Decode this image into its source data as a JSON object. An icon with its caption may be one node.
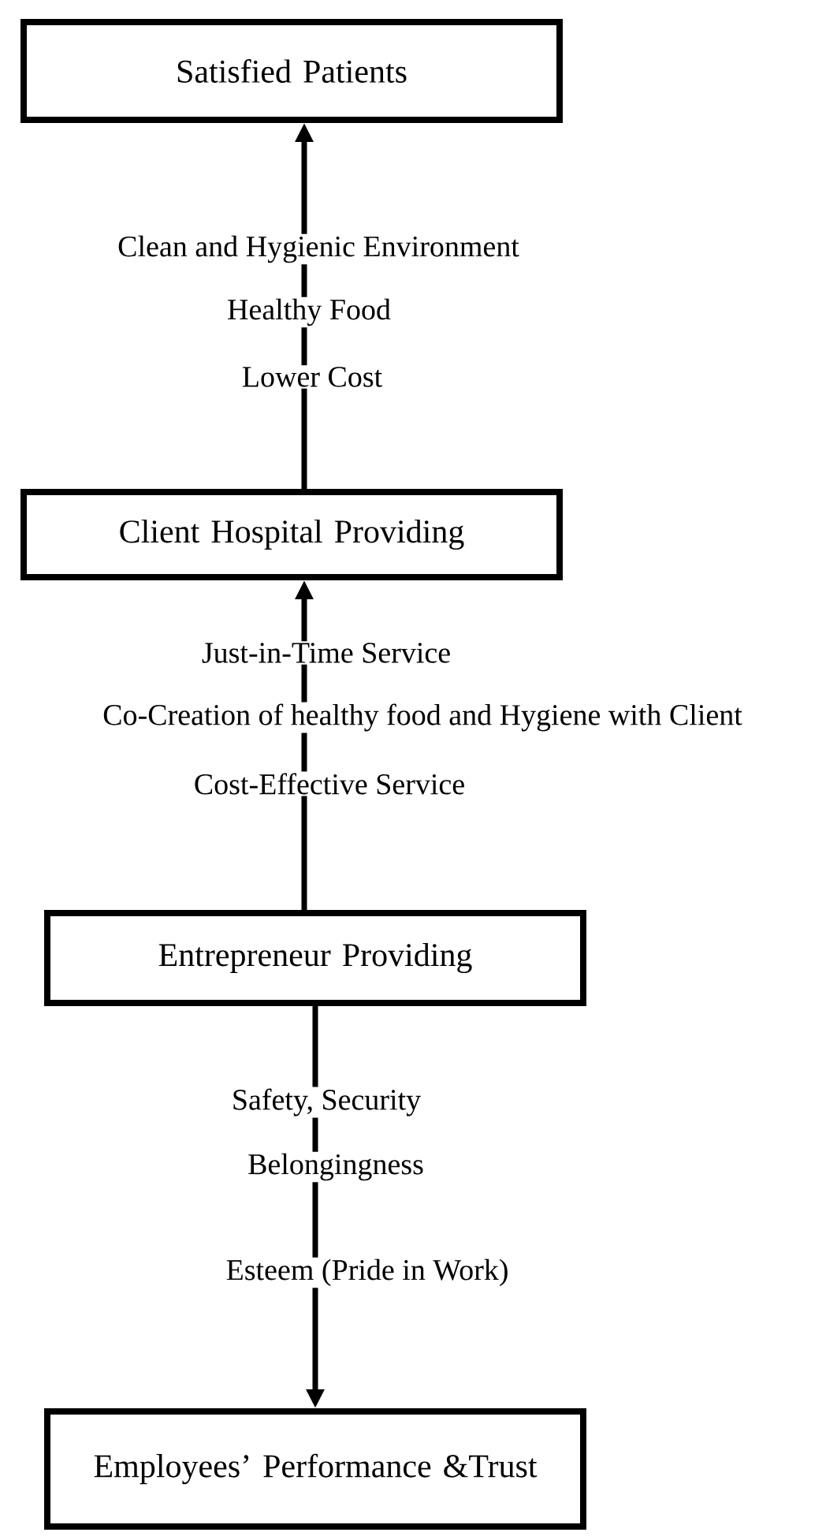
{
  "diagram": {
    "nodes": [
      {
        "text": [
          "Satisfied Patients"
        ]
      },
      {
        "text": [
          "Client Hospital Providing"
        ]
      },
      {
        "text": [
          "Entrepreneur Providing"
        ]
      },
      {
        "text": [
          "Employees’ Performance &Trust"
        ]
      }
    ],
    "edges": [
      {
        "from": 1,
        "to": 0,
        "arrow": "to"
      },
      {
        "from": 2,
        "to": 1,
        "arrow": "to"
      },
      {
        "from": 2,
        "to": 3,
        "arrow": "to"
      }
    ],
    "labels": [
      "Clean and Hygienic Environment",
      "Healthy Food",
      "Lower Cost",
      "Just-in-Time Service",
      "Co-Creation of healthy food and Hygiene with Client",
      "Cost-Effective Service",
      "Safety, Security",
      "Belongingness",
      "Esteem (Pride in Work)"
    ]
  }
}
